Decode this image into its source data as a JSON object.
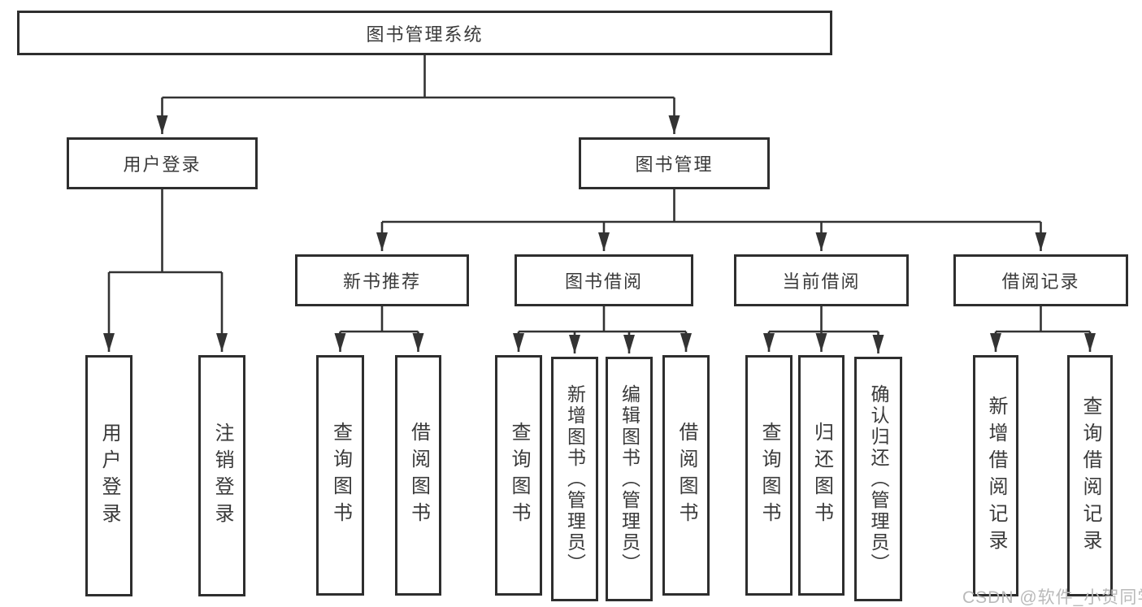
{
  "tree": {
    "label": "图书管理系统",
    "children": [
      {
        "label": "用户登录",
        "children": [
          {
            "label": "用户登录"
          },
          {
            "label": "注销登录"
          }
        ]
      },
      {
        "label": "图书管理",
        "children": [
          {
            "label": "新书推荐",
            "children": [
              {
                "label": "查询图书"
              },
              {
                "label": "借阅图书"
              }
            ]
          },
          {
            "label": "图书借阅",
            "children": [
              {
                "label": "查询图书"
              },
              {
                "label": "新增图书（管理员）"
              },
              {
                "label": "编辑图书（管理员）"
              },
              {
                "label": "借阅图书"
              }
            ]
          },
          {
            "label": "当前借阅",
            "children": [
              {
                "label": "查询图书"
              },
              {
                "label": "归还图书"
              },
              {
                "label": "确认归还（管理员）"
              }
            ]
          },
          {
            "label": "借阅记录",
            "children": [
              {
                "label": "新增借阅记录"
              },
              {
                "label": "查询借阅记录"
              }
            ]
          }
        ]
      }
    ]
  },
  "watermark": "CSDN @软件_小贺同学",
  "colors": {
    "line": "#333333",
    "box_border": "#2e2e2e",
    "text": "#3a3a3a",
    "background": "#ffffff",
    "watermark": "#b9b9b9"
  }
}
